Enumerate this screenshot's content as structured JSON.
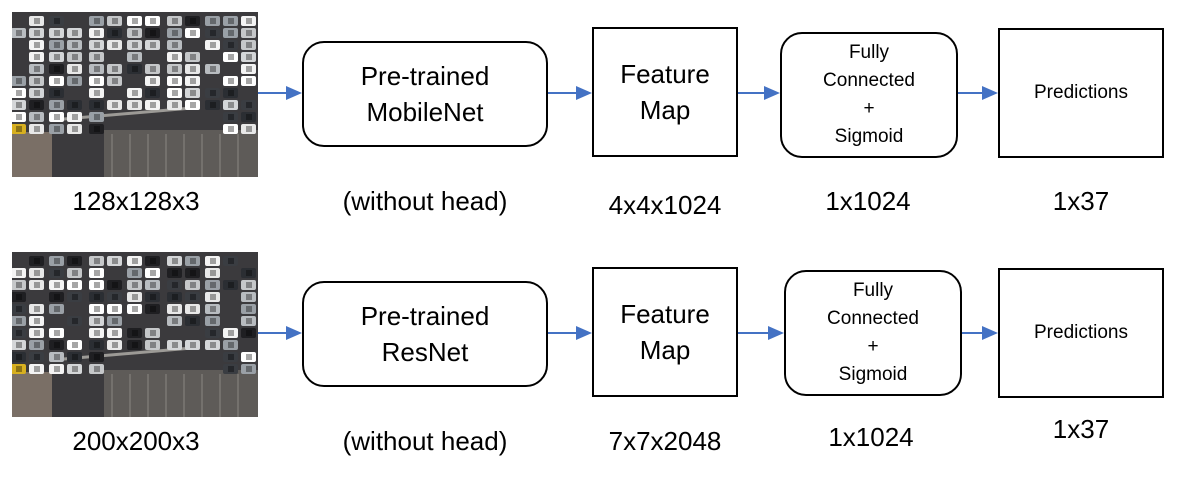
{
  "pipelines": [
    {
      "id": "mobilenet",
      "input_shape": "128x128x3",
      "backbone_lines": [
        "Pre-trained",
        "MobileNet"
      ],
      "backbone_note": "(without head)",
      "feature_lines": [
        "Feature",
        "Map"
      ],
      "feature_shape": "4x4x1024",
      "fc_lines": [
        "Fully",
        "Connected",
        "+",
        "Sigmoid"
      ],
      "fc_shape": "1x1024",
      "output_label": "Predictions",
      "output_shape": "1x37"
    },
    {
      "id": "resnet",
      "input_shape": "200x200x3",
      "backbone_lines": [
        "Pre-trained",
        "ResNet"
      ],
      "backbone_note": "(without head)",
      "feature_lines": [
        "Feature",
        "Map"
      ],
      "feature_shape": "7x7x2048",
      "fc_lines": [
        "Fully",
        "Connected",
        "+",
        "Sigmoid"
      ],
      "fc_shape": "1x1024",
      "output_label": "Predictions",
      "output_shape": "1x37"
    }
  ],
  "colors": {
    "arrow": "#4472C4",
    "box_border": "#000000",
    "asphalt": "#3b3a3d",
    "lot_markings": "#d8d8d8"
  },
  "icons": {
    "input_image": "aerial-parking-lot-photo",
    "connector": "right-arrow-icon"
  }
}
